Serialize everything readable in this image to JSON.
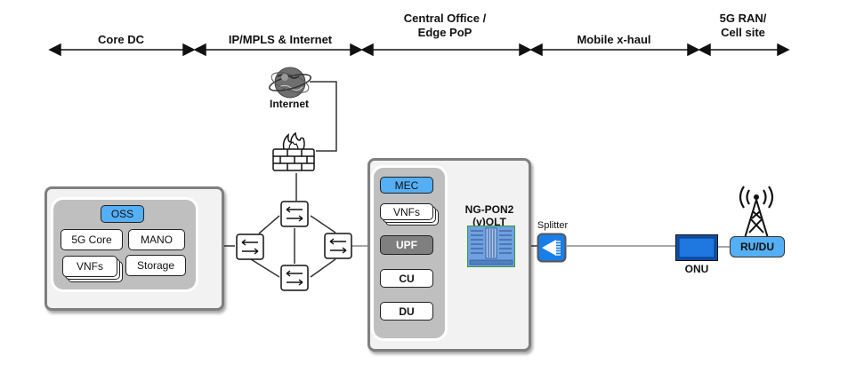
{
  "segments": [
    {
      "id": "core-dc",
      "label": "Core DC"
    },
    {
      "id": "ip-mpls",
      "label": "IP/MPLS  & Internet"
    },
    {
      "id": "central-office",
      "label": "Central Office /\nEdge PoP"
    },
    {
      "id": "mobile-xhaul",
      "label": "Mobile x-haul"
    },
    {
      "id": "ran",
      "label": "5G RAN/\nCell site"
    }
  ],
  "core_dc": {
    "oss": "OSS",
    "core": "5G Core",
    "mano": "MANO",
    "vnfs": "VNFs",
    "storage": "Storage"
  },
  "ip_network": {
    "internet_label": "Internet"
  },
  "central_office": {
    "mec": "MEC",
    "vnfs": "VNFs",
    "upf": "UPF",
    "cu": "CU",
    "du": "DU",
    "olt_label": "NG-PON2\n(v)OLT"
  },
  "access": {
    "splitter_label": "Splitter",
    "onu_label": "ONU",
    "rudu_label": "RU/DU"
  },
  "colors": {
    "accent_blue": "#55aff5",
    "device_blue": "#1f77e0",
    "panel_border": "#7f7f7f",
    "inner_panel": "#bfbfbf"
  }
}
